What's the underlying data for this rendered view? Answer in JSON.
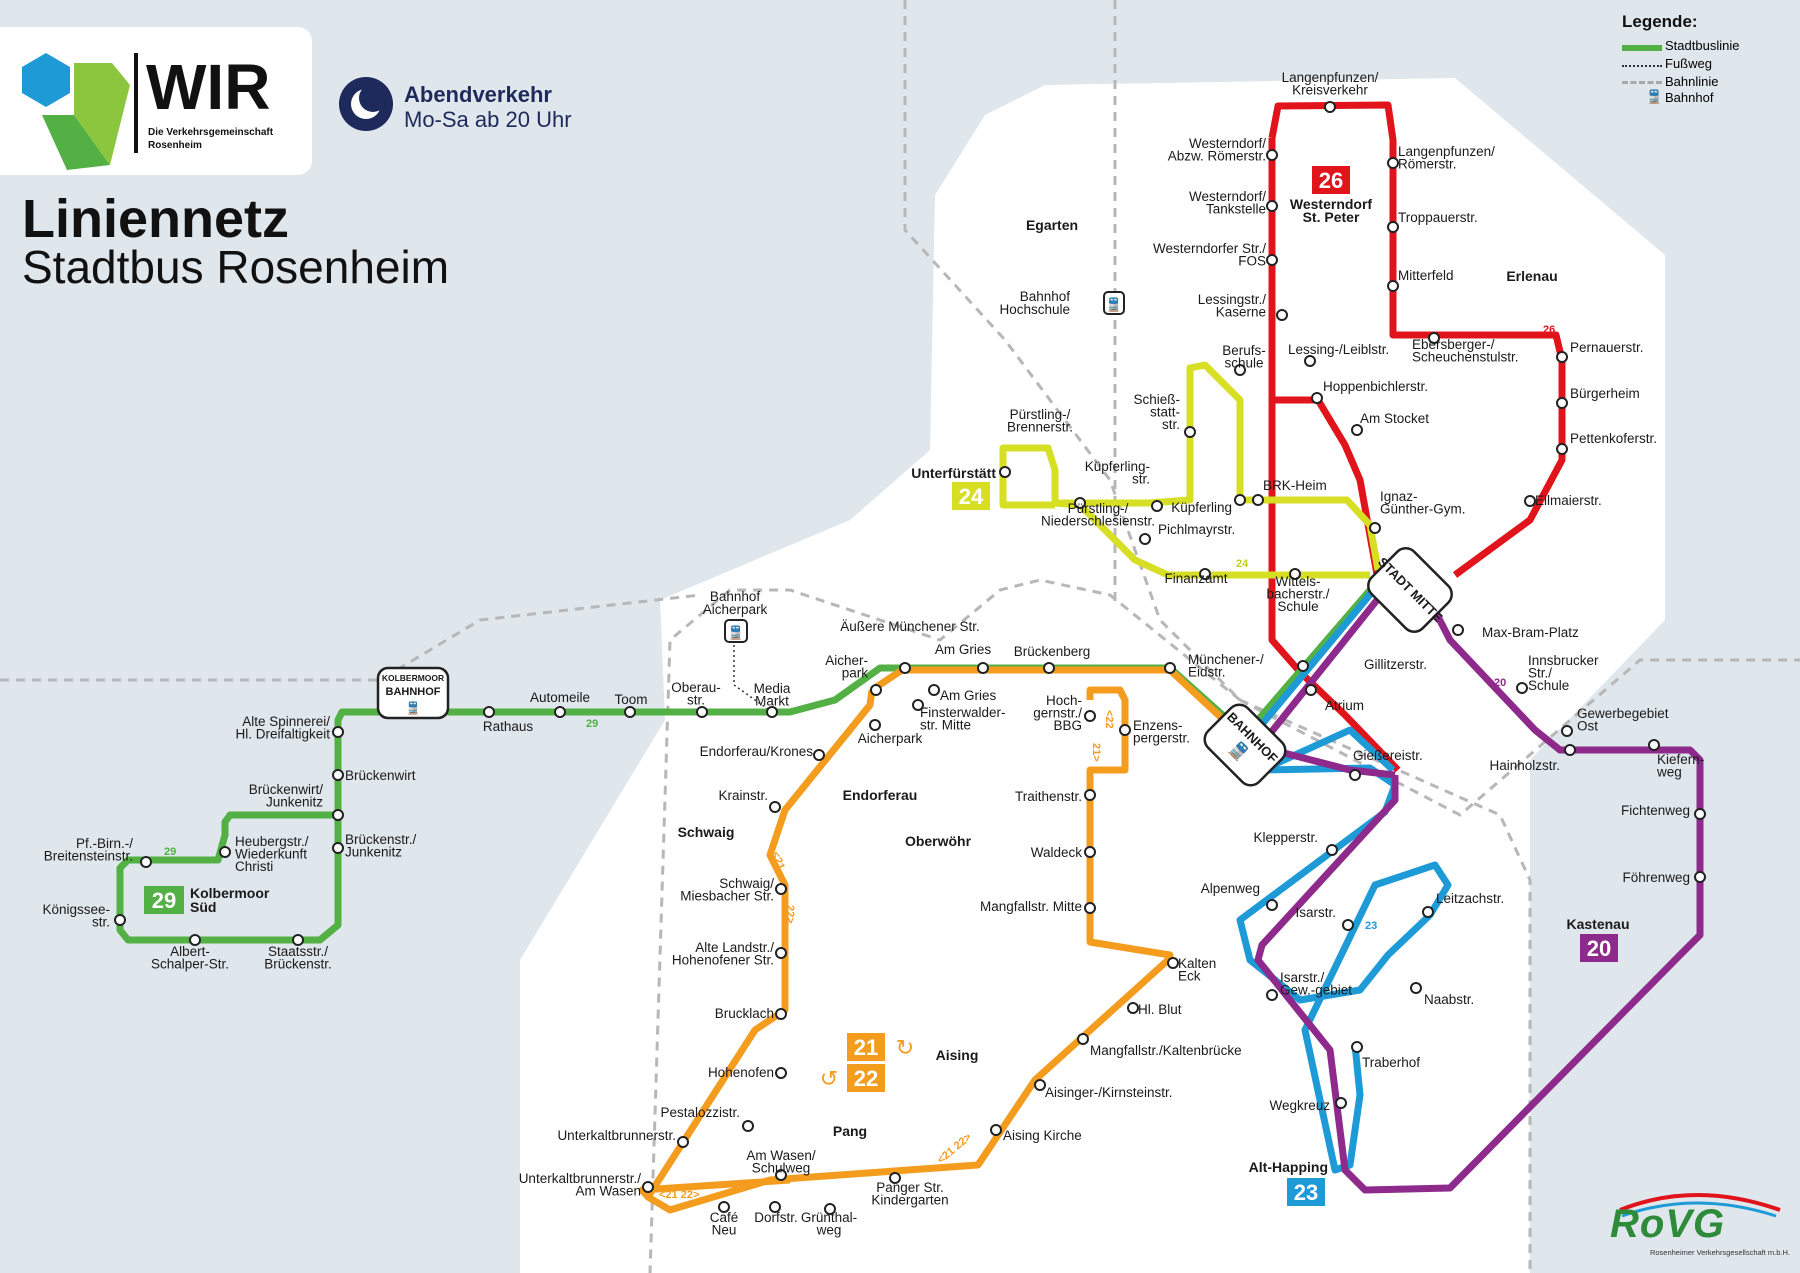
{
  "header": {
    "brand": "WIR",
    "brand_sub1": "Die Verkehrsgemeinschaft",
    "brand_sub2": "Rosenheim",
    "service_title": "Abendverkehr",
    "service_sub": "Mo-Sa ab 20 Uhr",
    "title_line1": "Liniennetz",
    "title_line2": "Stadtbus Rosenheim"
  },
  "legend": {
    "title": "Legende:",
    "items": [
      {
        "label": "Stadtbuslinie",
        "style": "line",
        "color": "#52b044"
      },
      {
        "label": "Fußweg",
        "style": "dotted",
        "color": "#333333"
      },
      {
        "label": "Bahnlinie",
        "style": "dashed",
        "color": "#aaaaaa"
      },
      {
        "label": "Bahnhof",
        "style": "icon",
        "icon": "train-station-icon"
      }
    ]
  },
  "colors": {
    "line20": "#8e2a8c",
    "line21_22": "#f39c1e",
    "line23": "#1e9bd7",
    "line24": "#d6df23",
    "line26": "#e1141c",
    "line29": "#52b044",
    "background": "#dfe6ec",
    "city": "#ffffff"
  },
  "lines": [
    {
      "id": "20",
      "badge": "20",
      "terminus": "Kastenau",
      "color": "#8e2a8c"
    },
    {
      "id": "21",
      "badge": "21",
      "color": "#f39c1e"
    },
    {
      "id": "22",
      "badge": "22",
      "color": "#f39c1e"
    },
    {
      "id": "23",
      "badge": "23",
      "terminus": "Alt-Happing",
      "color": "#1e9bd7"
    },
    {
      "id": "24",
      "badge": "24",
      "terminus": "Unterfürstätt",
      "color": "#d6df23"
    },
    {
      "id": "26",
      "badge": "26",
      "terminus": "Westerndorf St. Peter",
      "color": "#e1141c"
    },
    {
      "id": "29",
      "badge": "29",
      "terminus": "Kolbermoor Süd",
      "color": "#52b044"
    }
  ],
  "hubs": {
    "stadtmitte": "STADT MITTE",
    "bahnhof": "BAHNHOF",
    "kolbermoor_top": "KOLBERMOOR",
    "kolbermoor_main": "BAHNHOF"
  },
  "badges": {
    "b26": "26",
    "b26_term1": "Westerndorf",
    "b26_term2": "St. Peter",
    "b24": "24",
    "b24_term": "Unterfürstätt",
    "b29": "29",
    "b29_term1": "Kolbermoor",
    "b29_term2": "Süd",
    "b21": "21",
    "b22": "22",
    "b20": "20",
    "b20_term": "Kastenau",
    "b23": "23",
    "b23_term": "Alt-Happing"
  },
  "areas": {
    "egarten": "Egarten",
    "erlenau": "Erlenau",
    "schwaig": "Schwaig",
    "endorferau": "Endorferau",
    "oberwoehr": "Oberwöhr",
    "aising": "Aising",
    "pang": "Pang"
  },
  "small_labels": {
    "l26": "26",
    "l24": "24",
    "l29a": "29",
    "l29b": "29",
    "l20": "20",
    "l23": "23",
    "d21_1": "<21",
    "d22_1": "22>",
    "d22_2": "<22",
    "d21_2": "21>",
    "d2122_1": "<21 22>",
    "d2122_2": "<21 22>"
  },
  "stations": {
    "bahnhof_hochschule": [
      "Bahnhof",
      "Hochschule"
    ],
    "bahnhof_aicherpark": [
      "Bahnhof",
      "Aicherpark"
    ]
  },
  "stops": {
    "l26": [
      [
        "Langenpfunzen/",
        "Kreisverkehr"
      ],
      [
        "Westerndorf/",
        "Abzw. Römerstr."
      ],
      [
        "Westerndorf/",
        "Tankstelle"
      ],
      [
        "Westerndorfer Str./",
        "FOS"
      ],
      [
        "Lessingstr./",
        "Kaserne"
      ],
      [
        "Lessing-/Leiblstr."
      ],
      [
        "Hoppenbichlerstr."
      ],
      [
        "Am Stocket"
      ],
      [
        "Langenpfunzen/",
        "Römerstr."
      ],
      [
        "Troppauerstr."
      ],
      [
        "Mitterfeld"
      ],
      [
        "Ebersberger-/",
        "Scheuchenstulstr."
      ],
      [
        "Pernauerstr."
      ],
      [
        "Bürgerheim"
      ],
      [
        "Pettenkoferstr."
      ],
      [
        "Ellmaierstr."
      ]
    ],
    "l24": [
      [
        "Berufs-",
        "schule"
      ],
      [
        "Schieß-",
        "statt-",
        "str."
      ],
      [
        "Küpferling-",
        "str."
      ],
      [
        "Pürstling-/",
        "Brennerstr."
      ],
      [
        "Pürstling-/",
        "Niederschlesienstr."
      ],
      [
        "Pichlmayrstr."
      ],
      [
        "Finanzamt"
      ],
      [
        "Wittels-",
        "bacherstr./",
        "Schule"
      ],
      [
        "BRK-Heim"
      ],
      [
        "Küpferling"
      ],
      [
        "Ignaz-",
        "Günther-Gym."
      ]
    ],
    "l29": [
      [
        "Rathaus"
      ],
      [
        "Automeile"
      ],
      [
        "Toom"
      ],
      [
        "Oberau-",
        "str."
      ],
      [
        "Media",
        "Markt"
      ],
      [
        "Alte Spinnerei/",
        "Hl. Dreifaltigkeit"
      ],
      [
        "Brückenwirt"
      ],
      [
        "Brückenwirt/",
        "Junkenitz"
      ],
      [
        "Pf.-Birn.-/",
        "Breitensteinstr."
      ],
      [
        "Heubergstr./",
        "Wiederkunft",
        "Christi"
      ],
      [
        "Brückenstr./",
        "Junkenitz"
      ],
      [
        "Königssee-",
        "str."
      ],
      [
        "Albert-",
        "Schalper-Str."
      ],
      [
        "Staatsstr./",
        "Brückenstr."
      ],
      [
        "Aicher-",
        "park"
      ],
      [
        "Äußere Münchener Str."
      ],
      [
        "Am Gries"
      ],
      [
        "Brückenberg"
      ],
      [
        "Münchener-/",
        "Eidstr."
      ]
    ],
    "l21": [
      [
        "Am Gries"
      ],
      [
        "Finsterwalder-",
        "str. Mitte"
      ],
      [
        "Aicherpark"
      ],
      [
        "Endorferau/Krones"
      ],
      [
        "Krainstr."
      ],
      [
        "Schwaig/",
        "Miesbacher Str."
      ],
      [
        "Alte Landstr./",
        "Hohenofener Str."
      ],
      [
        "Brucklach"
      ],
      [
        "Hohenofen"
      ],
      [
        "Pestalozzistr."
      ],
      [
        "Unterkaltbrunnerstr."
      ],
      [
        "Unterkaltbrunnerstr./",
        "Am Wasen"
      ],
      [
        "Café",
        "Neu"
      ],
      [
        "Dorfstr."
      ],
      [
        "Grünthal-",
        "weg"
      ],
      [
        "Am Wasen/",
        "Schulweg"
      ],
      [
        "Panger Str.",
        "Kindergarten"
      ],
      [
        "Aising Kirche"
      ],
      [
        "Aisinger-/Kirnsteinstr."
      ],
      [
        "Mangfallstr./Kaltenbrücke"
      ],
      [
        "Hl. Blut"
      ],
      [
        "Kalten",
        "Eck"
      ],
      [
        "Mangfallstr. Mitte"
      ],
      [
        "Waldeck"
      ],
      [
        "Traithenstr."
      ],
      [
        "Hoch-",
        "gernstr./",
        "BBG"
      ],
      [
        "Enzens-",
        "pergerstr."
      ]
    ],
    "l23": [
      [
        "Gießereistr."
      ],
      [
        "Klepperstr."
      ],
      [
        "Alpenweg"
      ],
      [
        "Isarstr."
      ],
      [
        "Leitzachstr."
      ],
      [
        "Isarstr./",
        "Gew.-gebiet"
      ],
      [
        "Naabstr."
      ],
      [
        "Traberhof"
      ],
      [
        "Wegkreuz"
      ],
      [
        "Gillitzerstr."
      ],
      [
        "Atrium"
      ]
    ],
    "l20": [
      [
        "Max-Bram-Platz"
      ],
      [
        "Innsbrucker",
        "Str./",
        "Schule"
      ],
      [
        "Gewerbegebiet",
        "Ost"
      ],
      [
        "Hainholzstr."
      ],
      [
        "Kiefern-",
        "weg"
      ],
      [
        "Fichtenweg"
      ],
      [
        "Föhrenweg"
      ]
    ]
  },
  "footer": {
    "operator_logo": "RoVG",
    "operator_name": "Rosenheimer Verkehrsgesellschaft m.b.H."
  }
}
